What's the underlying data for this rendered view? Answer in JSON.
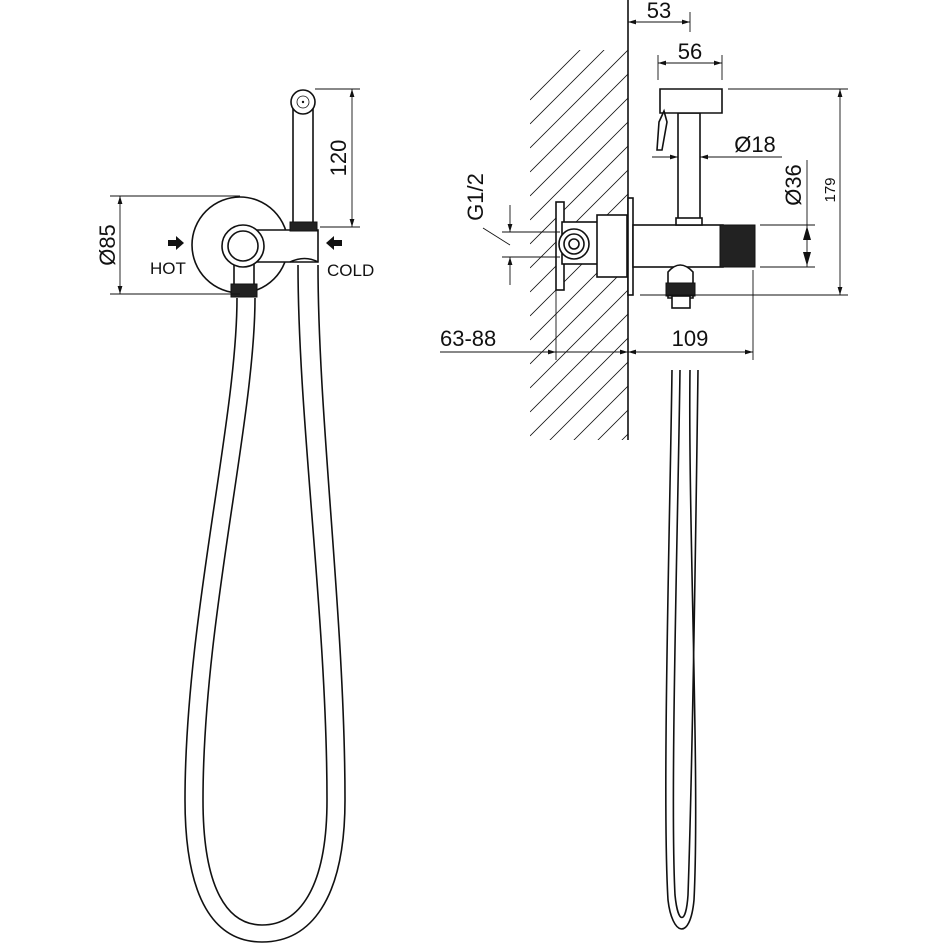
{
  "front_view": {
    "dia_escutcheon": "Ø85",
    "handset_height": "120",
    "hot_label": "HOT",
    "cold_label": "COLD"
  },
  "side_view": {
    "offset_wall": "53",
    "handset_width": "56",
    "dia_stem": "Ø18",
    "dia_body": "Ø36",
    "total_height": "179",
    "thread": "G1/2",
    "wall_depth": "63-88",
    "projection": "109"
  },
  "colors": {
    "line": "#111111",
    "background": "#ffffff"
  }
}
